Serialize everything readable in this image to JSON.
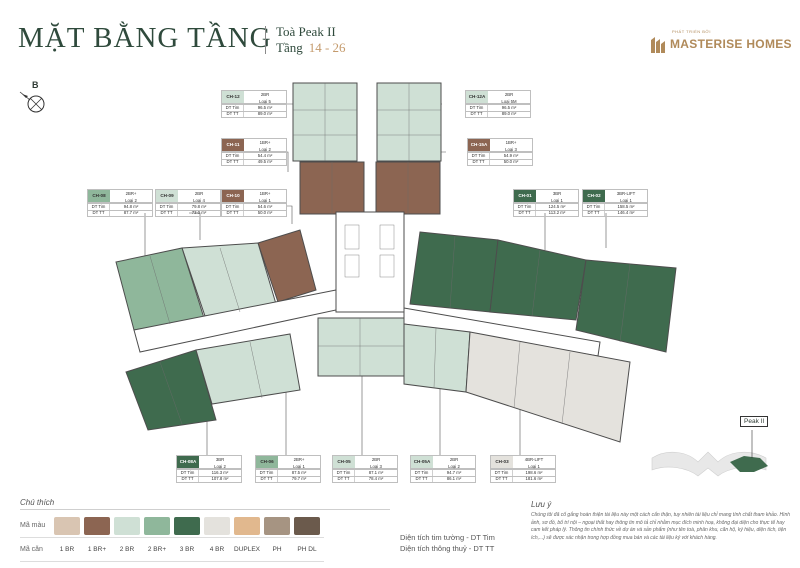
{
  "header": {
    "title": "MẶT BẰNG TẦNG",
    "building": "Toà Peak II",
    "floor_label": "Tầng",
    "floor_range": "14 - 26"
  },
  "brand": {
    "tagline": "PHÁT TRIỂN BỞI",
    "name": "MASTERISE HOMES",
    "color": "#b08a5a"
  },
  "compass": {
    "label": "B"
  },
  "colors": {
    "1br": "#d9c5b2",
    "1br_plus": "#8c6552",
    "2br": "#cfe0d5",
    "2br_plus": "#8fb79b",
    "3br": "#3f6b4e",
    "4br": "#e4e2dd",
    "duplex": "#e1b88e",
    "ph": "#a69482",
    "ph_dl": "#6b5a4c",
    "core": "#ffffff",
    "corridor": "#ffffff",
    "outline": "#555555"
  },
  "units": {
    "ch12": {
      "code": "CH-12",
      "type1": "2BR",
      "type2": "Loại 5",
      "dt_tim_label": "DT Tim",
      "dt_tim": "96.5 m²",
      "dt_tt_label": "DT TT",
      "dt_tt": "89.0 m²",
      "color": "#cfe0d5",
      "text": "#333333"
    },
    "ch12a": {
      "code": "CH-12A",
      "type1": "2BR",
      "type2": "Loại 5M",
      "dt_tim_label": "DT Tim",
      "dt_tim": "96.5 m²",
      "dt_tt_label": "DT TT",
      "dt_tt": "89.0 m²",
      "color": "#cfe0d5",
      "text": "#333333"
    },
    "ch11": {
      "code": "CH-11",
      "type1": "1BR+",
      "type2": "Loại 2",
      "dt_tim_label": "DT Tim",
      "dt_tim": "54.4 m²",
      "dt_tt_label": "DT TT",
      "dt_tt": "49.5 m²",
      "color": "#8c6552",
      "text": "#ffffff"
    },
    "ch15a": {
      "code": "CH-15A",
      "type1": "1BR+",
      "type2": "Loại 3",
      "dt_tim_label": "DT Tim",
      "dt_tim": "54.9 m²",
      "dt_tt_label": "DT TT",
      "dt_tt": "50.0 m²",
      "color": "#8c6552",
      "text": "#ffffff"
    },
    "ch08": {
      "code": "CH-08",
      "type1": "2BR+",
      "type2": "Loại 2",
      "dt_tim_label": "DT Tim",
      "dt_tim": "94.8 m²",
      "dt_tt_label": "DT TT",
      "dt_tt": "87.7 m²",
      "color": "#8fb79b",
      "text": "#333333"
    },
    "ch09": {
      "code": "CH-09",
      "type1": "2BR",
      "type2": "Loại 4",
      "dt_tim_label": "DT Tim",
      "dt_tim": "79.8 m²",
      "dt_tt_label": "DT TT",
      "dt_tt": "73.0 m²",
      "color": "#cfe0d5",
      "text": "#333333"
    },
    "ch10": {
      "code": "CH-10",
      "type1": "1BR+",
      "type2": "Loại 1",
      "dt_tim_label": "DT Tim",
      "dt_tim": "54.6 m²",
      "dt_tt_label": "DT TT",
      "dt_tt": "50.0 m²",
      "color": "#8c6552",
      "text": "#ffffff"
    },
    "ch01": {
      "code": "CH-01",
      "type1": "3BR",
      "type2": "Loại 1",
      "dt_tim_label": "DT Tim",
      "dt_tim": "124.5 m²",
      "dt_tt_label": "DT TT",
      "dt_tt": "113.2 m²",
      "color": "#3f6b4e",
      "text": "#ffffff"
    },
    "ch02": {
      "code": "CH-02",
      "type1": "3BR-LIFT",
      "type2": "Loại 1",
      "dt_tim_label": "DT Tim",
      "dt_tim": "158.5 m²",
      "dt_tt_label": "DT TT",
      "dt_tt": "146.4 m²",
      "color": "#3f6b4e",
      "text": "#ffffff"
    },
    "ch08a": {
      "code": "CH-08A",
      "type1": "3BR",
      "type2": "Loại 2",
      "dt_tim_label": "DT Tim",
      "dt_tim": "116.3 m²",
      "dt_tt_label": "DT TT",
      "dt_tt": "107.8 m²",
      "color": "#3f6b4e",
      "text": "#ffffff"
    },
    "ch06": {
      "code": "CH-06",
      "type1": "2BR+",
      "type2": "Loại 1",
      "dt_tim_label": "DT Tim",
      "dt_tim": "87.5 m²",
      "dt_tt_label": "DT TT",
      "dt_tt": "79.7 m²",
      "color": "#8fb79b",
      "text": "#333333"
    },
    "ch05": {
      "code": "CH-05",
      "type1": "2BR",
      "type2": "Loại 3",
      "dt_tim_label": "DT Tim",
      "dt_tim": "87.1 m²",
      "dt_tt_label": "DT TT",
      "dt_tt": "78.4 m²",
      "color": "#cfe0d5",
      "text": "#333333"
    },
    "ch05a": {
      "code": "CH-05A",
      "type1": "2BR",
      "type2": "Loại 2",
      "dt_tim_label": "DT Tim",
      "dt_tim": "94.7 m²",
      "dt_tt_label": "DT TT",
      "dt_tt": "86.1 m²",
      "color": "#cfe0d5",
      "text": "#333333"
    },
    "ch03": {
      "code": "CH-03",
      "type1": "4BR-LIFT",
      "type2": "Loại 1",
      "dt_tim_label": "DT Tim",
      "dt_tim": "198.6 m²",
      "dt_tt_label": "DT TT",
      "dt_tt": "181.6 m²",
      "color": "#e4e2dd",
      "text": "#333333"
    }
  },
  "legend": {
    "title": "Chú thích",
    "row1_label": "Mã màu",
    "row2_label": "Mã căn",
    "items": [
      {
        "name": "1 BR",
        "color": "#d9c5b2"
      },
      {
        "name": "1 BR+",
        "color": "#8c6552"
      },
      {
        "name": "2 BR",
        "color": "#cfe0d5"
      },
      {
        "name": "2 BR+",
        "color": "#8fb79b"
      },
      {
        "name": "3 BR",
        "color": "#3f6b4e"
      },
      {
        "name": "4 BR",
        "color": "#e4e2dd"
      },
      {
        "name": "DUPLEX",
        "color": "#e1b88e"
      },
      {
        "name": "PH",
        "color": "#a69482"
      },
      {
        "name": "PH DL",
        "color": "#6b5a4c"
      }
    ]
  },
  "area_notes": {
    "line1": "Diện tích tim tường - DT Tim",
    "line2": "Diện tích thông thuỷ - DT TT"
  },
  "note": {
    "title": "Lưu ý",
    "body": "Chúng tôi đã cố gắng hoàn thiện tài liệu này một cách cẩn thận, tuy nhiên tài liệu chỉ mang tính chất tham khảo. Hình ảnh, sơ đồ, bố trí nội – ngoại thất hay thông tin mô tả chỉ nhằm mục đích minh hoạ, không đại diện cho thực tế hay cam kết pháp lý. Thông tin chính thức về dự án và sản phẩm (như tên toà, phân khu, căn hộ, ký hiệu, diện tích, tiện ích,...) sẽ được xác nhận trong hợp đồng mua bán và các tài liệu ký với khách hàng."
  },
  "keyplan": {
    "label": "Peak II"
  }
}
